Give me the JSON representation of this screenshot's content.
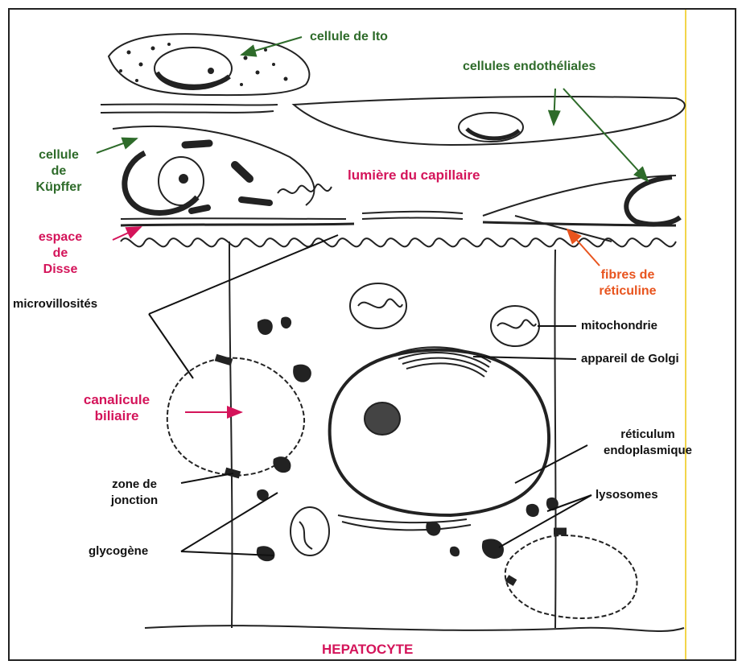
{
  "labels": {
    "ito": "cellule de Ito",
    "endothelial": "cellules endothéliales",
    "kupffer": [
      "cellule",
      "de",
      "Küpffer"
    ],
    "lumen": "lumière du capillaire",
    "disse": [
      "espace",
      "de",
      "Disse"
    ],
    "reticulin": [
      "fibres de",
      "réticuline"
    ],
    "microvilli": "microvillosités",
    "mitochondria": "mitochondrie",
    "golgi": "appareil de Golgi",
    "canaliculus": [
      "canalicule",
      "biliaire"
    ],
    "reticulum": [
      "réticulum",
      "endoplasmique"
    ],
    "junction": [
      "zone de",
      "jonction"
    ],
    "lysosomes": "lysosomes",
    "glycogen": "glycogène",
    "hepatocyte": "HEPATOCYTE"
  },
  "colors": {
    "green": "#2e6b2a",
    "pink": "#d4145a",
    "orange": "#e8541e",
    "ink": "#111111",
    "highlight": "#f2d54a"
  }
}
